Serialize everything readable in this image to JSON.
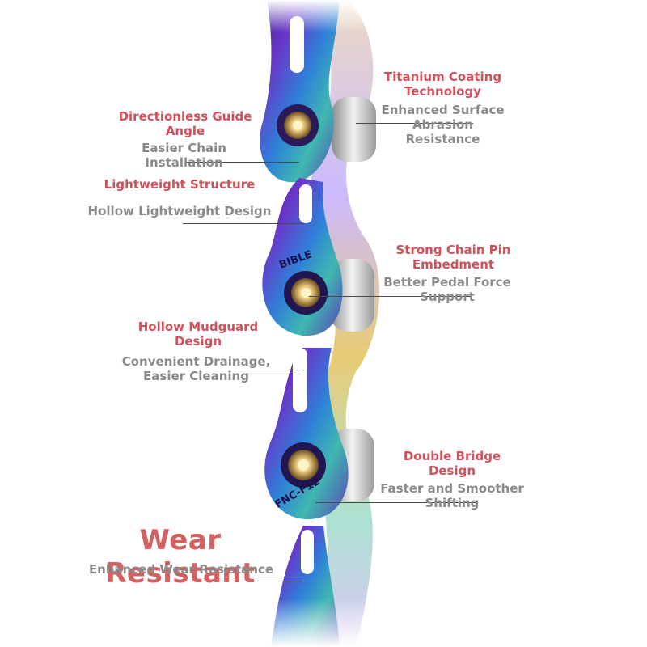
{
  "features": {
    "titanium": {
      "title": "Titanium Coating\nTechnology",
      "desc": "Enhanced Surface\nAbrasion\nResistance"
    },
    "guide_angle": {
      "title": "Directionless Guide\nAngle",
      "desc": "Easier Chain\nInstallation"
    },
    "lightweight": {
      "title": "Lightweight Structure",
      "desc": "Hollow Lightweight Design"
    },
    "chain_pin": {
      "title": "Strong Chain Pin\nEmbedment",
      "desc": "Better Pedal Force\nSupport"
    },
    "mudguard": {
      "title": "Hollow Mudguard\nDesign",
      "desc": "Convenient Drainage,\nEasier Cleaning"
    },
    "double_bridge": {
      "title": "Double Bridge\nDesign",
      "desc": "Faster and Smoother\nShifting"
    },
    "wear": {
      "title": "Wear Resistant",
      "desc": "Enhanced Wear Resistance"
    }
  },
  "chain": {
    "brand_text": "BIBLE",
    "model_text": "FNC-F12"
  },
  "colors": {
    "title_red": "#d1505a",
    "desc_gray": "#8a8a8a",
    "big_title_red": "#d4605f"
  }
}
